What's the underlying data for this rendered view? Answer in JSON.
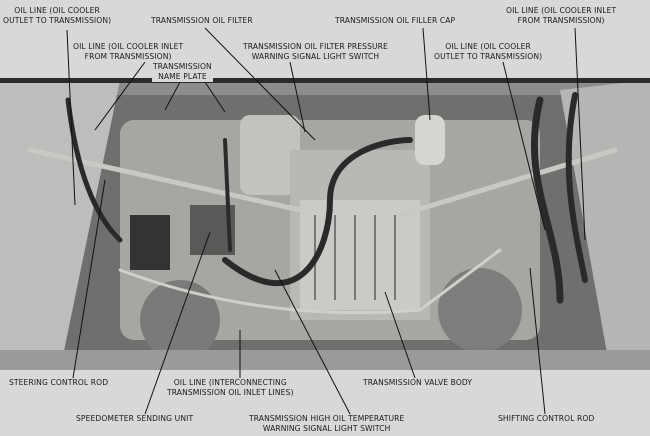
{
  "labels": {
    "oil_cooler_outlet_left": {
      "line1": "OIL LINE (OIL COOLER",
      "line2": "OUTLET TO TRANSMISSION)"
    },
    "oil_filter": "TRANSMISSION OIL FILTER",
    "oil_cooler_inlet_left": {
      "line1": "OIL LINE (OIL COOLER INLET",
      "line2": "FROM TRANSMISSION)"
    },
    "name_plate": {
      "line1": "TRANSMISSION",
      "line2": "NAME PLATE"
    },
    "filter_pressure_switch": {
      "line1": "TRANSMISSION OIL FILTER PRESSURE",
      "line2": "WARNING SIGNAL LIGHT SWITCH"
    },
    "filler_cap": "TRANSMISSION OIL FILLER CAP",
    "oil_cooler_inlet_right": {
      "line1": "OIL LINE (OIL COOLER INLET",
      "line2": "FROM TRANSMISSION)"
    },
    "oil_cooler_outlet_right": {
      "line1": "OIL LINE (OIL COOLER",
      "line2": "OUTLET TO TRANSMISSION)"
    },
    "steering_rod": "STEERING CONTROL ROD",
    "interconnecting_line": {
      "line1": "OIL LINE (INTERCONNECTING",
      "line2": "TRANSMISSION OIL INLET LINES)"
    },
    "valve_body": "TRANSMISSION VALVE BODY",
    "speedometer": "SPEEDOMETER SENDING UNIT",
    "high_temp_switch": {
      "line1": "TRANSMISSION HIGH OIL TEMPERATURE",
      "line2": "WARNING SIGNAL LIGHT SWITCH"
    },
    "shifting_rod": "SHIFTING CONTROL ROD"
  }
}
